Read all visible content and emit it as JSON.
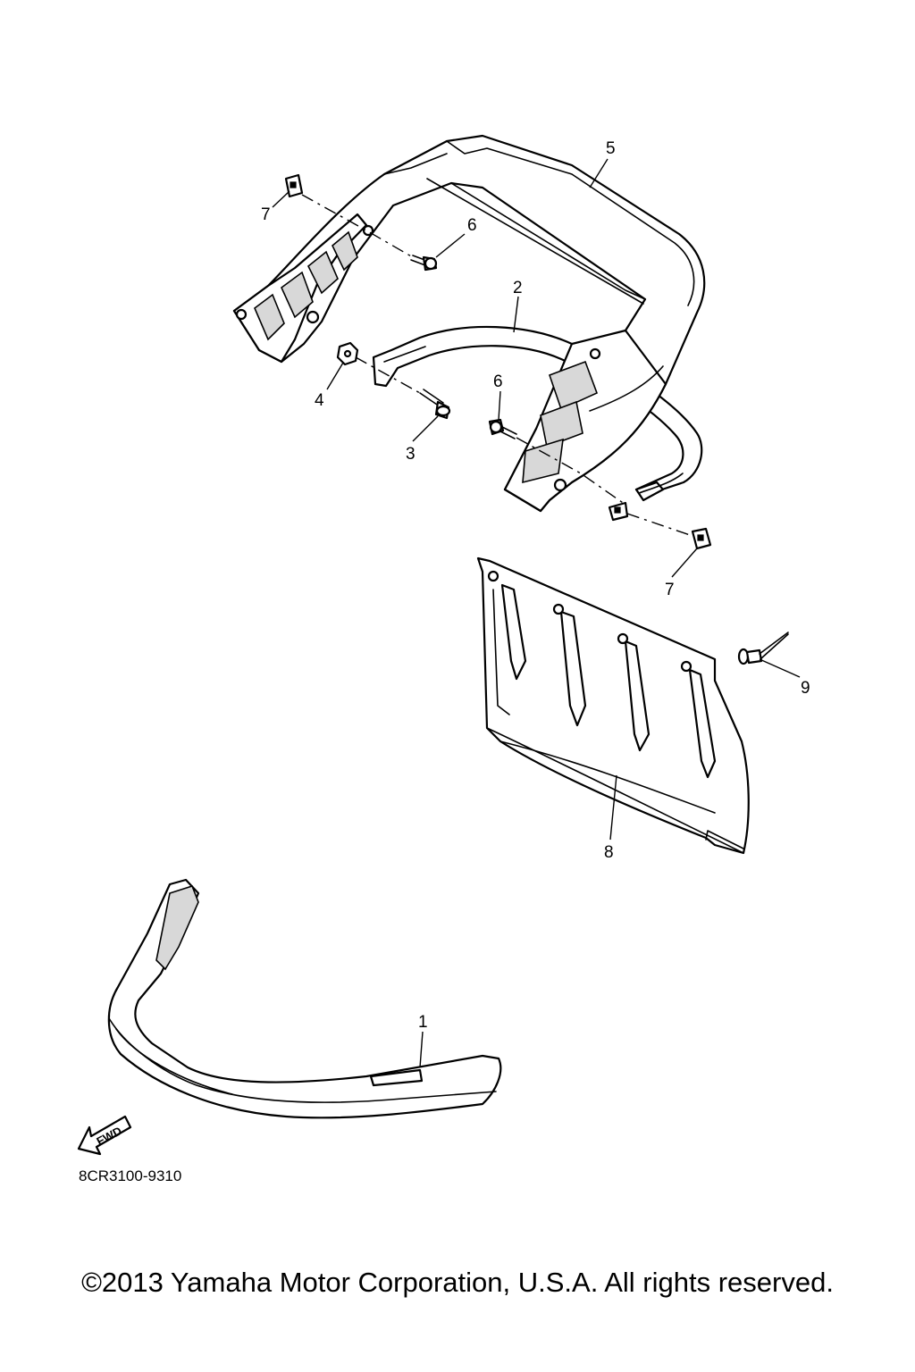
{
  "diagram": {
    "callouts": [
      {
        "id": "1",
        "label": "1"
      },
      {
        "id": "2",
        "label": "2"
      },
      {
        "id": "3",
        "label": "3"
      },
      {
        "id": "4",
        "label": "4"
      },
      {
        "id": "5",
        "label": "5"
      },
      {
        "id": "6a",
        "label": "6"
      },
      {
        "id": "6b",
        "label": "6"
      },
      {
        "id": "7a",
        "label": "7"
      },
      {
        "id": "7b",
        "label": "7"
      },
      {
        "id": "8",
        "label": "8"
      },
      {
        "id": "9",
        "label": "9"
      }
    ],
    "fwd_label": "FWD",
    "drawing_code": "8CR3100-9310"
  },
  "footer": {
    "copyright": "©2013 Yamaha Motor Corporation, U.S.A. All rights reserved."
  }
}
